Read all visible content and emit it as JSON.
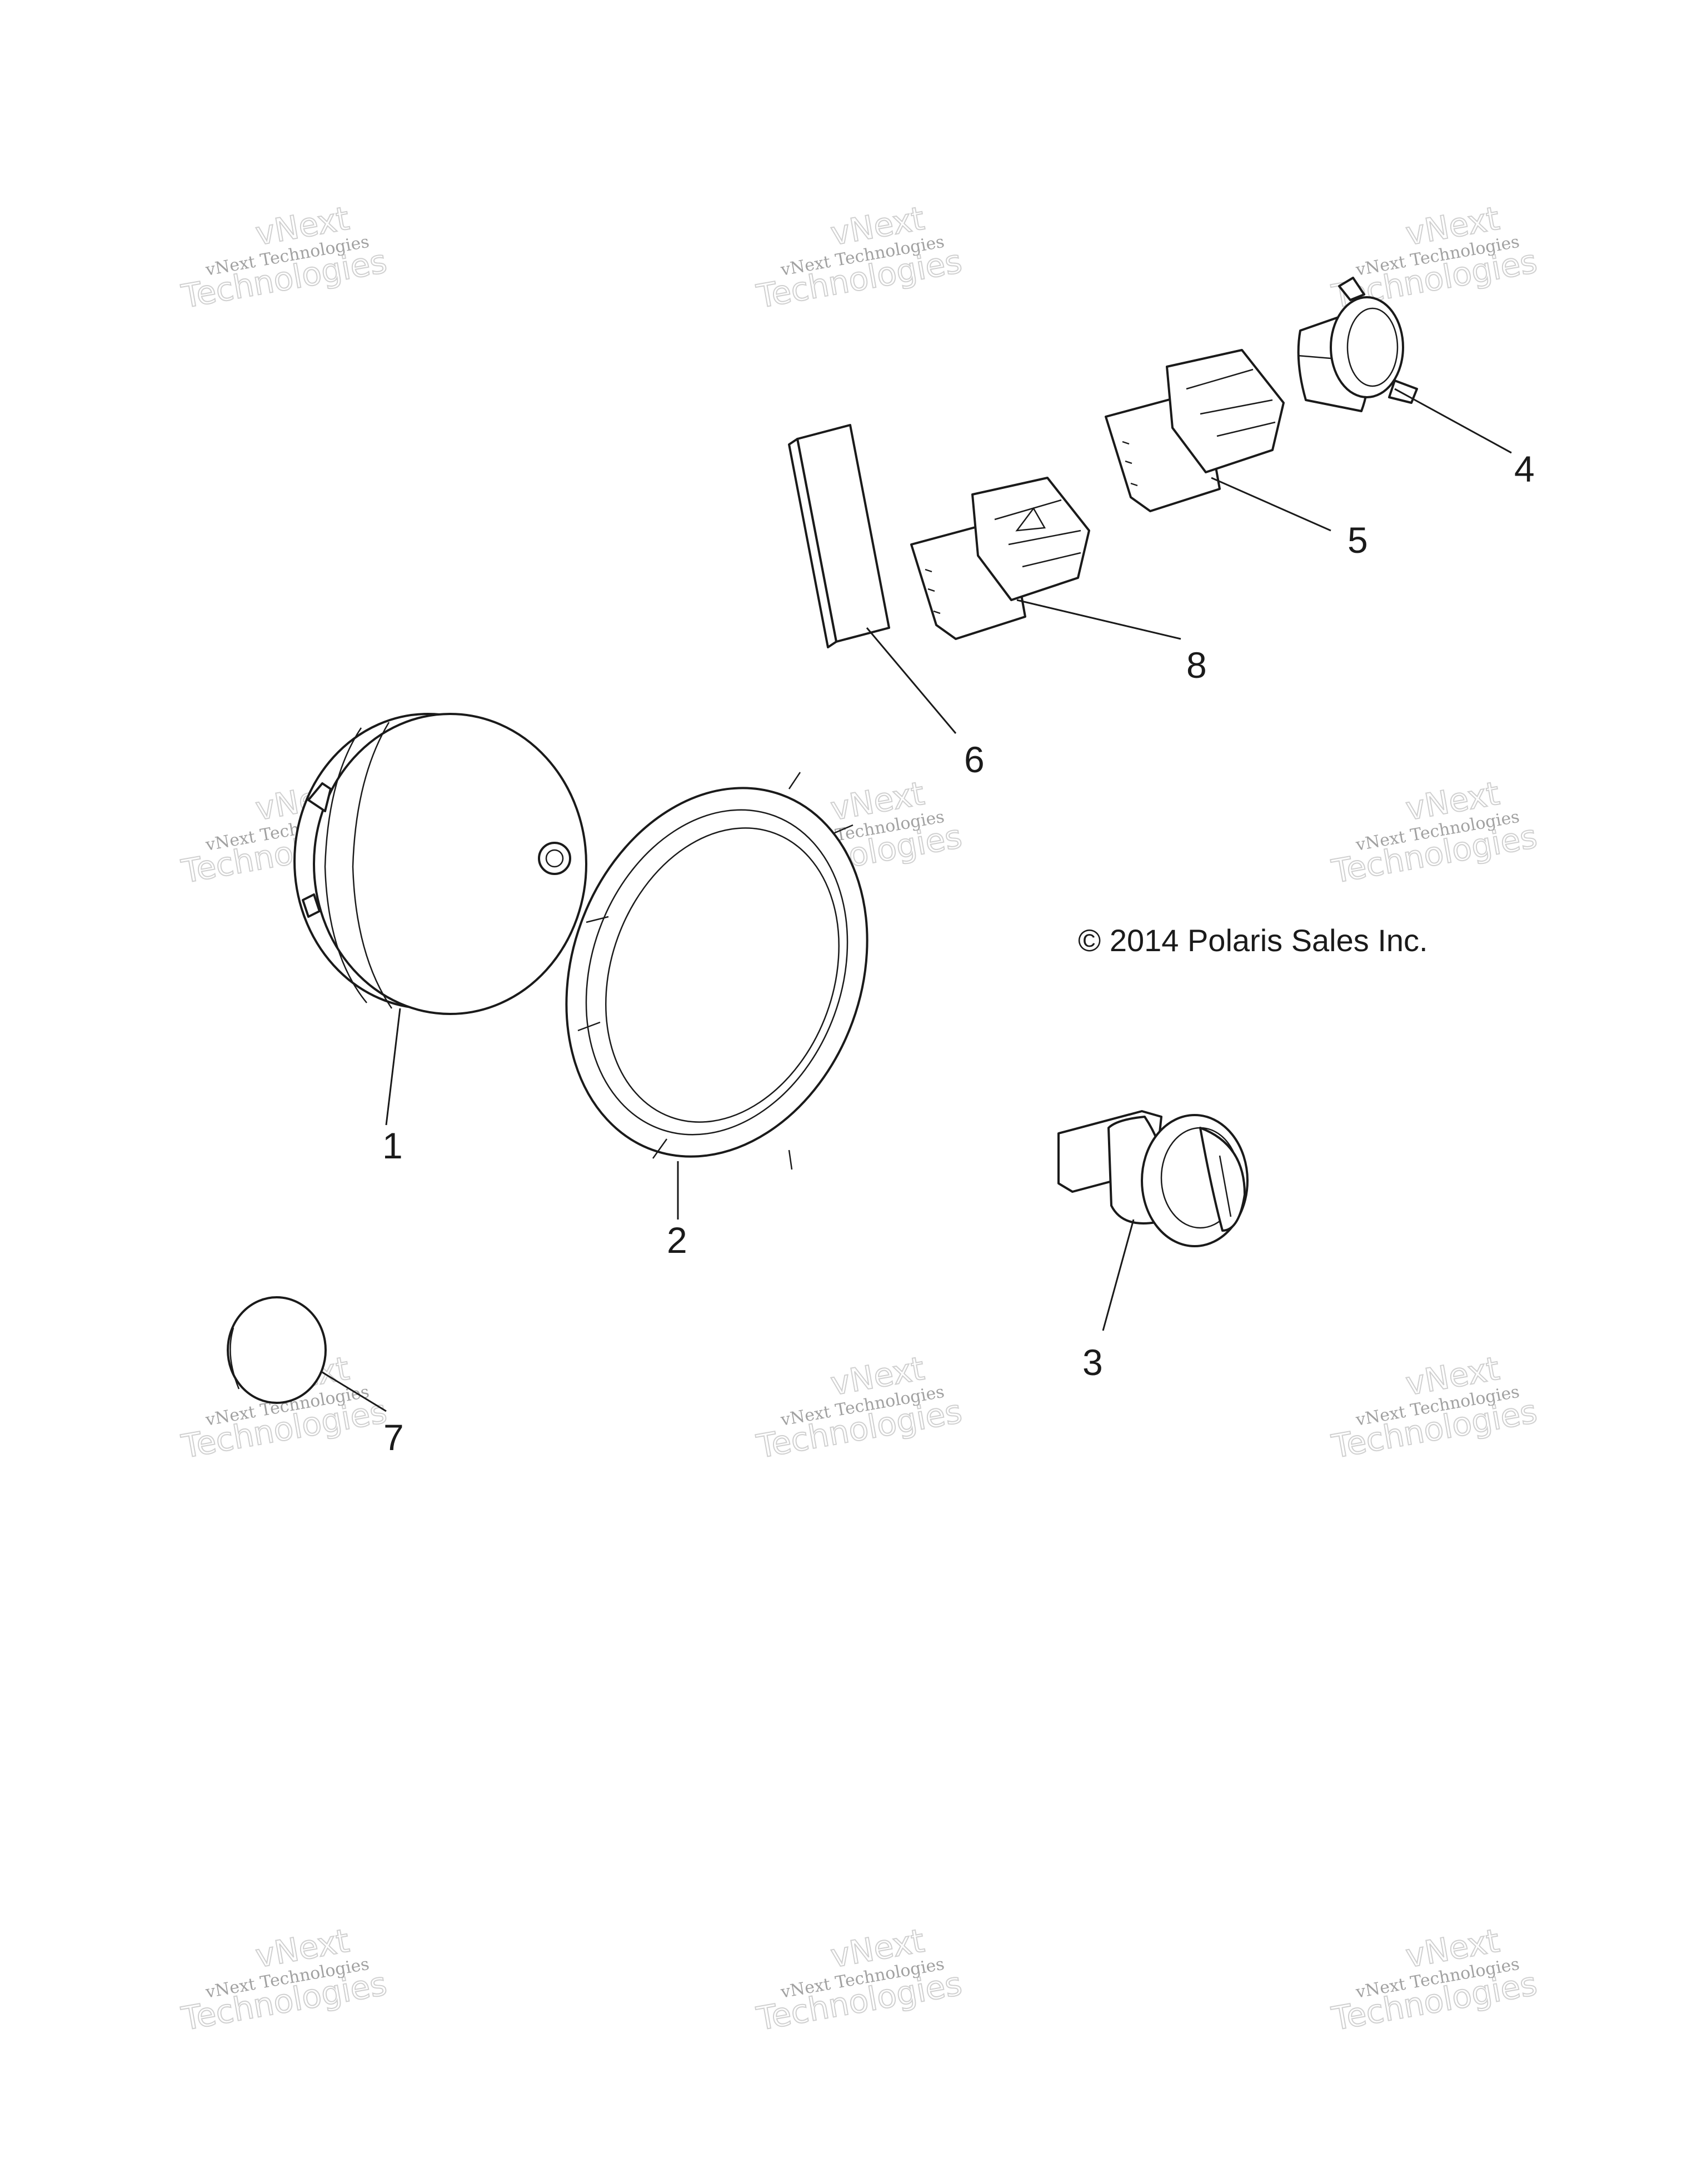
{
  "copyright": "© 2014 Polaris Sales Inc.",
  "callouts": {
    "c1": "1",
    "c2": "2",
    "c3": "3",
    "c4": "4",
    "c5": "5",
    "c6": "6",
    "c7": "7",
    "c8": "8"
  },
  "watermark": {
    "line1": "vNext",
    "line2": "vNext Technologies",
    "line3": "Technologies"
  }
}
